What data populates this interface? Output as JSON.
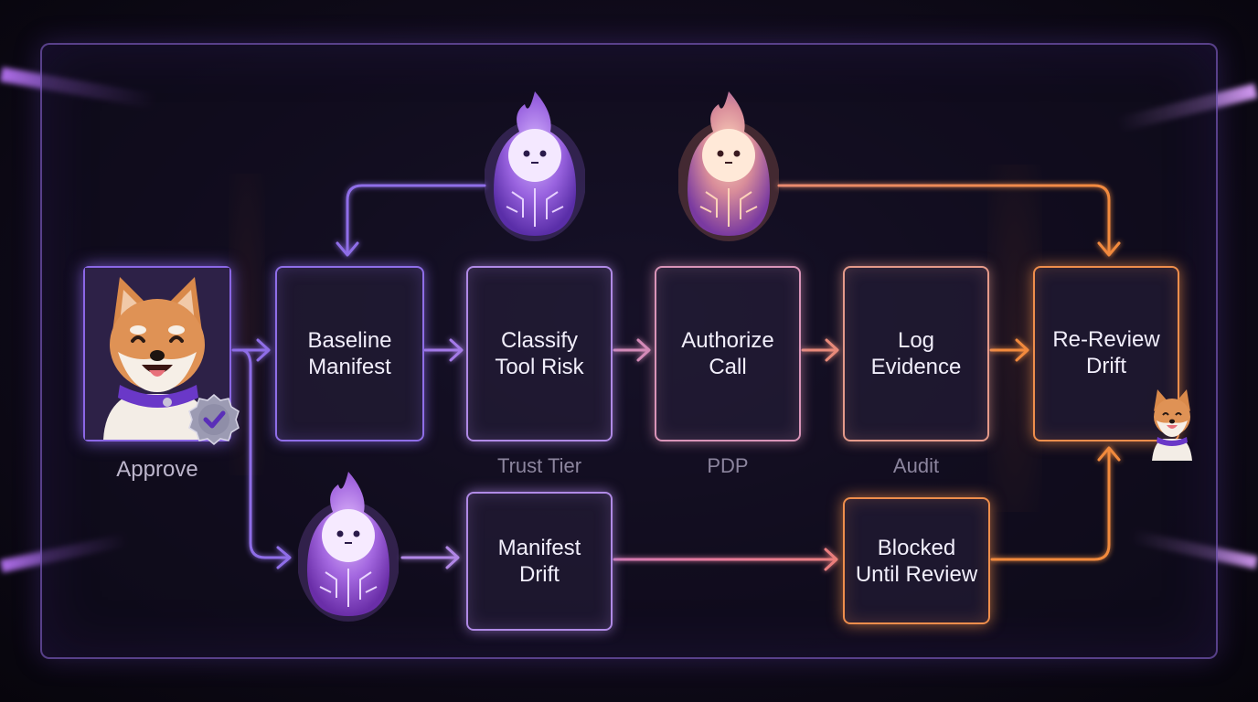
{
  "colors": {
    "violet": "#8f6ee8",
    "lilac": "#b08ae6",
    "pink": "#d994b8",
    "coral": "#e59a8a",
    "orange": "#ef8e4c",
    "caption": "#8c859e"
  },
  "approver": {
    "label": "Approve",
    "icon": "shiba-dog-avatar",
    "badge_icon": "verified-check-badge"
  },
  "nodes": {
    "baseline_manifest": "Baseline\nManifest",
    "classify_tool_risk": "Classify\nTool Risk",
    "authorize_call": "Authorize\nCall",
    "log_evidence": "Log\nEvidence",
    "re_review_drift": "Re-Review\nDrift",
    "manifest_drift": "Manifest\nDrift",
    "blocked_until_review": "Blocked\nUntil Review"
  },
  "captions": {
    "trust_tier": "Trust Tier",
    "pdp": "PDP",
    "audit": "Audit"
  },
  "mascots": [
    "violet-flame-agent-icon",
    "peach-flame-agent-icon",
    "violet-flame-agent-icon"
  ],
  "edges": [
    {
      "from": "approve",
      "to": "baseline_manifest"
    },
    {
      "from": "baseline_manifest",
      "to": "classify_tool_risk"
    },
    {
      "from": "classify_tool_risk",
      "to": "authorize_call"
    },
    {
      "from": "authorize_call",
      "to": "log_evidence"
    },
    {
      "from": "log_evidence",
      "to": "re_review_drift"
    },
    {
      "from": "violet_agent",
      "to": "baseline_manifest"
    },
    {
      "from": "peach_agent",
      "to": "re_review_drift"
    },
    {
      "from": "approve",
      "to": "drift_agent"
    },
    {
      "from": "drift_agent",
      "to": "manifest_drift"
    },
    {
      "from": "manifest_drift",
      "to": "blocked_until_review"
    },
    {
      "from": "blocked_until_review",
      "to": "re_review_drift"
    }
  ]
}
